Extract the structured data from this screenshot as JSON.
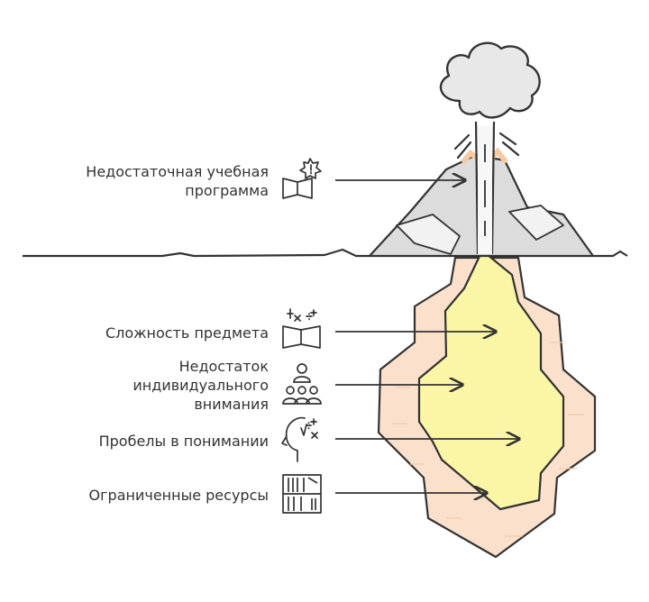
{
  "labels": {
    "curriculum": [
      "Недостаточная учебная",
      "программа"
    ],
    "complexity": "Сложность предмета",
    "attention": [
      "Недостаток",
      "индивидуального",
      "внимания"
    ],
    "gaps": "Пробелы в понимании",
    "resources": "Ограниченные ресурсы"
  },
  "icons": {
    "curriculum": "book-alert-icon",
    "complexity": "book-math-icon",
    "attention": "teacher-students-icon",
    "gaps": "head-math-icon",
    "resources": "bookshelf-icon"
  },
  "colors": {
    "stroke": "#333333",
    "rock": "#dcdcdc",
    "outer_layer": "#fbe1cc",
    "inner_core": "#fbf6a6",
    "cloud": "#e8e8e8",
    "text": "#333333"
  }
}
